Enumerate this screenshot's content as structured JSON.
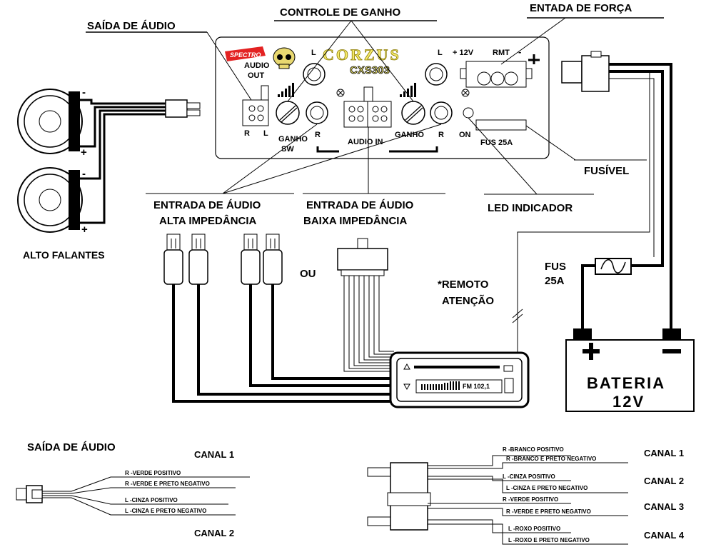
{
  "labels": {
    "saida_audio": "SAÍDA DE ÁUDIO",
    "controle_ganho": "CONTROLE DE GANHO",
    "entrada_forca": "ENTADA DE FORÇA",
    "entrada_alta_l1": "ENTRADA DE ÁUDIO",
    "entrada_alta_l2": "ALTA IMPEDÂNCIA",
    "entrada_baixa_l1": "ENTRADA DE ÁUDIO",
    "entrada_baixa_l2": "BAIXA IMPEDÂNCIA",
    "led_indicador": "LED INDICADOR",
    "fusivel": "FUSÍVEL",
    "alto_falantes": "ALTO FALANTES",
    "ou": "OU",
    "remoto_l1": "*REMOTO",
    "remoto_l2": "ATENÇÃO",
    "fus_l1": "FUS",
    "fus_l2": "25A",
    "bateria_l1": "BATERIA",
    "bateria_l2": "12V",
    "radio_display": "FM 102,1"
  },
  "amp": {
    "brand_sticker": "SPECTRO",
    "logo": "CORZUS",
    "model": "CXS303",
    "audio_out_l1": "AUDIO",
    "audio_out_l2": "OUT",
    "l_left": "L",
    "l_right": "L",
    "r_left": "R",
    "r_right": "R",
    "r_out": "R",
    "l_out": "L",
    "ganho_sw_l1": "GANHO",
    "ganho_sw_l2": "SW",
    "audio_in": "AUDIO IN",
    "ganho": "GANHO",
    "on": "ON",
    "fus": "FUS 25A",
    "plus12v": "+ 12V",
    "rmt": "RMT",
    "minus": "-"
  },
  "polarity": {
    "minus": "-",
    "plus": "+"
  },
  "bottom_left": {
    "title": "SAÍDA DE ÁUDIO",
    "canal1": "CANAL 1",
    "canal2": "CANAL 2",
    "wires": [
      "R -VERDE POSITIVO",
      "R -VERDE E PRETO NEGATIVO",
      "L -CINZA POSITIVO",
      "L -CINZA E PRETO NEGATIVO"
    ]
  },
  "bottom_right": {
    "canal1": "CANAL 1",
    "canal2": "CANAL 2",
    "canal3": "CANAL 3",
    "canal4": "CANAL 4",
    "wires": [
      "R -BRANCO POSITIVO",
      "R -BRANCO E PRETO NEGATIVO",
      "L -CINZA POSITIVO",
      "L -CINZA E PRETO NEGATIVO",
      "R -VERDE POSITIVO",
      "R -VERDE E PRETO NEGATIVO",
      "L -ROXO POSITIVO",
      "L -ROXO E PRETO NEGATIVO"
    ]
  }
}
